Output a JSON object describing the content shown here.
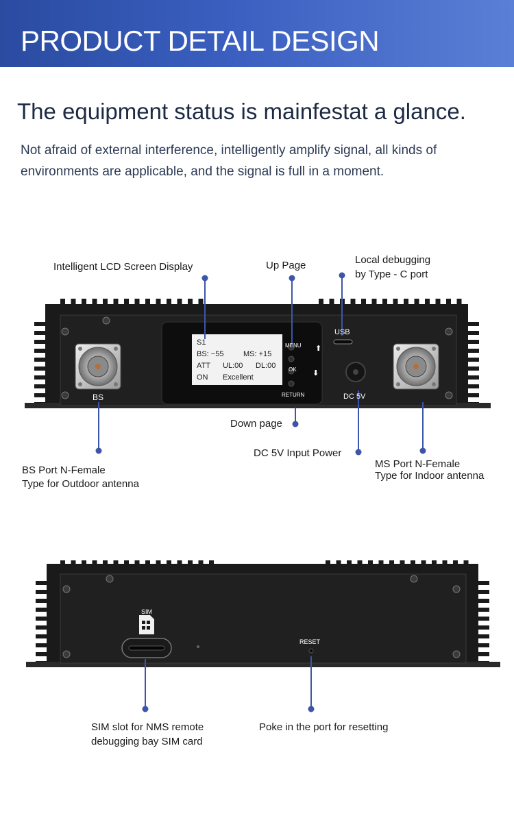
{
  "banner": {
    "title": "PRODUCT DETAIL DESIGN"
  },
  "heading": "The equipment status is mainfestat a glance.",
  "subtitle": "Not afraid of external interference, intelligently amplify signal, all kinds of environments are applicable, and the signal is full in a moment.",
  "front_panel": {
    "callouts": {
      "lcd": "Intelligent  LCD Screen Display",
      "up_page": "Up Page",
      "usb_line1": "Local debugging",
      "usb_line2": "by Type - C port",
      "down_page": "Down page",
      "dc_power": "DC 5V Input Power",
      "bs_line1": "BS Port N-Female",
      "bs_line2": "Type for Outdoor antenna",
      "ms_line1": "MS Port N-Female",
      "ms_line2": "Type for Indoor antenna"
    },
    "lcd": {
      "row1": "S1",
      "bs": "BS: −55",
      "ms": "MS: +15",
      "att": "ATT",
      "ul": "UL:00",
      "dl": "DL:00",
      "on": "ON",
      "status": "Excellent"
    },
    "buttons": {
      "menu": "MENU",
      "ok": "OK",
      "return": "RETURN"
    },
    "ports": {
      "bs": "BS",
      "usb": "USB",
      "dc": "DC 5V"
    }
  },
  "back_panel": {
    "sim_label": "SIM",
    "reset_label": "RESET",
    "callouts": {
      "sim_line1": "SIM slot for NMS remote",
      "sim_line2": "debugging bay SIM card",
      "reset": "Poke in the port for resetting"
    }
  },
  "colors": {
    "banner": "#3a5fc0",
    "callout": "#3d55a8",
    "device": "#1b1b1b"
  }
}
